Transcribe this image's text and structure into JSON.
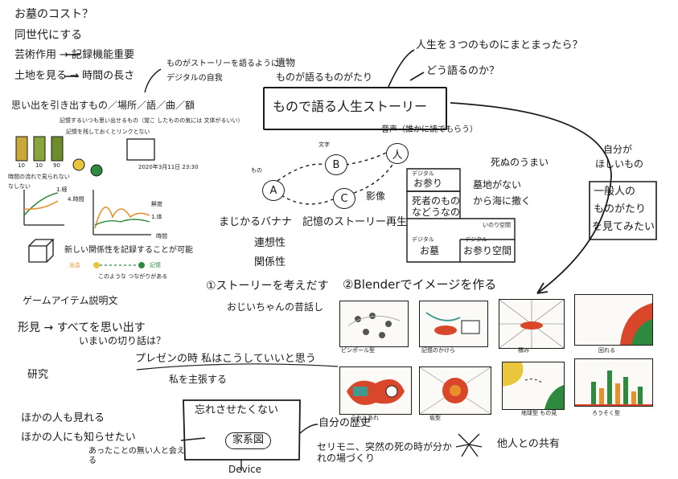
{
  "colors": {
    "ink": "#1a1a1a",
    "red": "#d9472b",
    "green": "#2e8a3e",
    "orange": "#e8912c",
    "yellow": "#e9c63c",
    "teal": "#3f9a8f"
  },
  "top_left": {
    "q1": "お墓のコスト？",
    "q2": "同世代にする",
    "q3": "芸術作用 → 記録機能重要",
    "q4": "土地を見る → 時間の長さ",
    "memo1": "ものがストーリーを語るように",
    "memo2": "デジタルの自我"
  },
  "memory": {
    "title": "思い出を引き出すもの／場所／語／曲／額",
    "note1": "記憶するいつも思い出せるもの（覚こ したものの気には 文体がるいい）",
    "note2": "記憶を残しておくとリンクとない",
    "swatch_labels": [
      "10",
      "10",
      "90"
    ],
    "date": "2020年3月11日 23:30",
    "caption1": "時間の流れで見られない",
    "caption2": "なしない",
    "graph_labels": [
      "1.経",
      "4.時間",
      "鮮度",
      "1.体",
      "時間"
    ],
    "cube_note": "新しい関係性を記録することが可能",
    "dot_left": "出会",
    "dot_right": "記憶",
    "dot_note": "このような つながりがある",
    "game": "ゲームアイテム説明文",
    "find": "形見 → すべてを思い出す",
    "find_sub": "いまいの切り話は？",
    "study": "研究"
  },
  "center": {
    "heading1": "遺物",
    "heading2": "ものが語るものがたり",
    "main_box": "もので語る人生ストーリー",
    "q_future1": "人生を３つのものにまとまったら？",
    "q_future2": "どう語るのか？",
    "voice": "音声（誰かに読でもらう）",
    "nodes": {
      "a": "A",
      "b": "B",
      "c": "C",
      "d": "人"
    },
    "node_tags": {
      "mono": "もの",
      "moji": "文字",
      "eizo": "影像"
    },
    "banana": "まじかるバナナ",
    "banana_sub1": "連想性",
    "banana_sub2": "関係性",
    "memory_story": "記憶のストーリー再生"
  },
  "staircase": {
    "death": "死ぬのうまい",
    "rows": [
      "デジタル",
      "お参り",
      "死者のもの",
      "などうなの",
      "いのり空間",
      "デジタル",
      "お墓",
      "デジタル",
      "お参り空間"
    ],
    "limit1": "墓地がない",
    "limit2": "から海に撒く"
  },
  "right_box": {
    "lead1": "自分が",
    "lead2": "ほしいもの",
    "line1": "一般人の",
    "line2": "ものがたり",
    "line3": "を見てみたい"
  },
  "steps": {
    "step1": "①ストーリーを考えだす",
    "step1_sub": "おじいちゃんの昔話し",
    "step2": "②Blenderでイメージを作る"
  },
  "thumbs": {
    "labels": [
      "ピンポール型",
      "記憶のかけら",
      "積み",
      "回れる",
      "これとあれ",
      "坂型",
      "地球型 もの見",
      "ろうそく型"
    ]
  },
  "presentation": {
    "line1": "プレゼンの時 私はこうしていいと思う",
    "line2": "私を主張する"
  },
  "bottom": {
    "others1": "ほかの人も見れる",
    "others2": "ほかの人にも知らせたい",
    "meet": "あったことの無い人と会える",
    "box_title": "忘れさせたくない",
    "family": "家系図",
    "device": "Device",
    "history": "自分の歴史",
    "ceremony": "セリモニ、突然の死の時が分かれの場づくり",
    "share": "他人との共有"
  }
}
